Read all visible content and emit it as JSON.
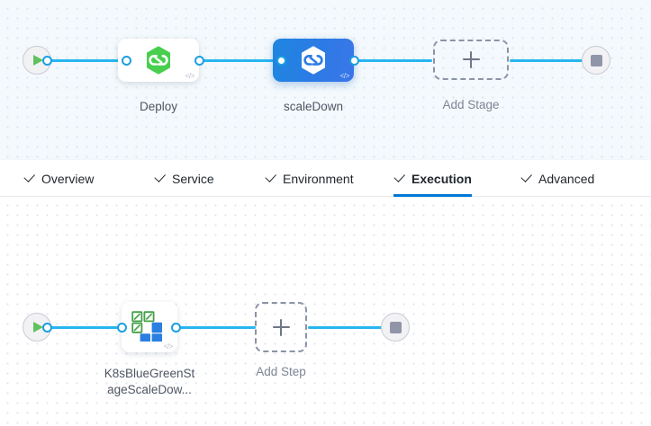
{
  "theme": {
    "accent_blue": "#26b6f0",
    "active_tab_blue": "#0278d5",
    "selected_node_blue": "#2c7be5",
    "harness_green": "#5fc25f",
    "k8s_blue": "#2a7fe0",
    "canvas_top_bg": "#f3f9fc",
    "canvas_bottom_bg": "#ffffff",
    "dot_grid": "#dde5ee"
  },
  "stage_canvas": {
    "start_node": {
      "icon": "play-icon",
      "label": ""
    },
    "end_node": {
      "icon": "stop-icon",
      "label": ""
    },
    "stages": [
      {
        "label": "Deploy",
        "icon": "harness-hexagon-icon",
        "selected": false,
        "badge": "</>"
      },
      {
        "label": "scaleDown",
        "icon": "harness-hexagon-icon",
        "selected": true,
        "badge": "</>"
      }
    ],
    "add_stage": {
      "label": "Add Stage",
      "icon": "plus-icon"
    }
  },
  "tabs": [
    {
      "label": "Overview",
      "icon": "check-icon",
      "active": false
    },
    {
      "label": "Service",
      "icon": "check-icon",
      "active": false
    },
    {
      "label": "Environment",
      "icon": "check-icon",
      "active": false
    },
    {
      "label": "Execution",
      "icon": "check-icon",
      "active": true
    },
    {
      "label": "Advanced",
      "icon": "check-icon",
      "active": false
    }
  ],
  "step_canvas": {
    "start_node": {
      "icon": "play-icon"
    },
    "end_node": {
      "icon": "stop-icon"
    },
    "steps": [
      {
        "label": "K8sBlueGreenSt\nageScaleDow...",
        "icon": "k8s-scale-squares-icon",
        "badge": "</>"
      }
    ],
    "add_step": {
      "label": "Add Step",
      "icon": "plus-icon"
    }
  }
}
